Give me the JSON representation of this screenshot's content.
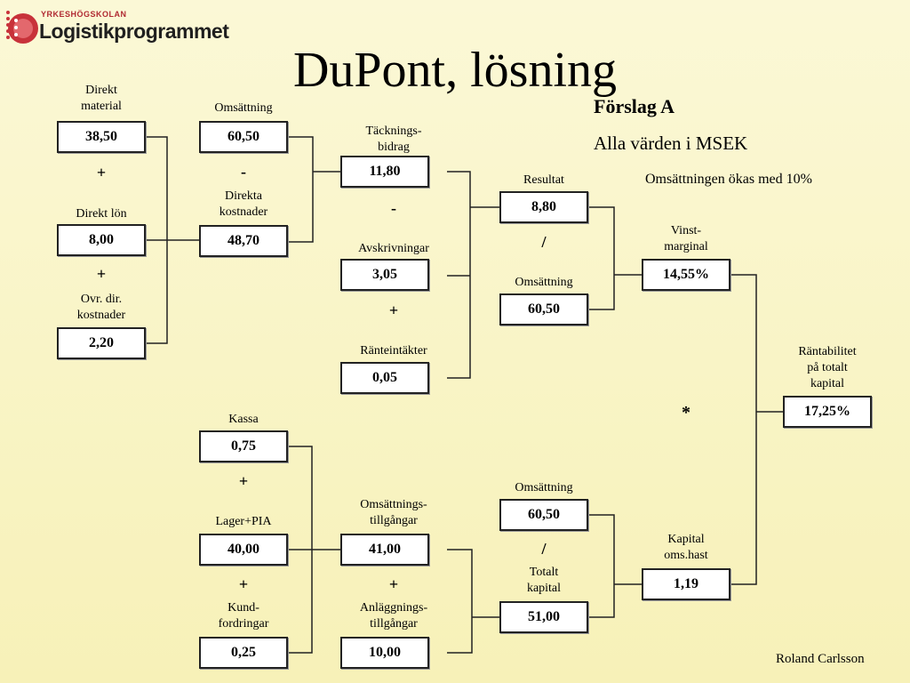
{
  "logo": {
    "small_text": "YRKESHÖGSKOLAN",
    "main_text": "Logistikprogrammet"
  },
  "title": "DuPont, lösning",
  "proposal": {
    "heading": "Förslag A",
    "currency_note": "Alla värden i MSEK",
    "scenario_note": "Omsättningen ökas med 10%"
  },
  "nodes": {
    "direkt_material": {
      "label": "Direkt\nmaterial",
      "value": "38,50"
    },
    "direkt_lon": {
      "label": "Direkt lön",
      "value": "8,00"
    },
    "ovr_dir_kostnader": {
      "label": "Ovr. dir.\nkostnader",
      "value": "2,20"
    },
    "omsattning_1": {
      "label": "Omsättning",
      "value": "60,50"
    },
    "direkta_kostnader": {
      "label": "Direkta\nkostnader",
      "value": "48,70"
    },
    "tackningsbidrag": {
      "label": "Täcknings-\nbidrag",
      "value": "11,80"
    },
    "avskrivningar": {
      "label": "Avskrivningar",
      "value": "3,05"
    },
    "ranteintakter": {
      "label": "Ränteintäkter",
      "value": "0,05"
    },
    "resultat": {
      "label": "Resultat",
      "value": "8,80"
    },
    "omsattning_2": {
      "label": "Omsättning",
      "value": "60,50"
    },
    "vinstmarginal": {
      "label": "Vinst-\nmarginal",
      "value": "14,55%"
    },
    "rantabilitet": {
      "label": "Räntabilitet\npå totalt\nkapital",
      "value": "17,25%"
    },
    "kassa": {
      "label": "Kassa",
      "value": "0,75"
    },
    "lager_pia": {
      "label": "Lager+PIA",
      "value": "40,00"
    },
    "kundfordringar": {
      "label": "Kund-\nfordringar",
      "value": "0,25"
    },
    "omsattningstillgangar": {
      "label": "Omsättnings-\ntillgångar",
      "value": "41,00"
    },
    "anlaggningstillgangar": {
      "label": "Anläggnings-\ntillgångar",
      "value": "10,00"
    },
    "omsattning_3": {
      "label": "Omsättning",
      "value": "60,50"
    },
    "totalt_kapital": {
      "label": "Totalt\nkapital",
      "value": "51,00"
    },
    "kapital_oms_hast": {
      "label": "Kapital\noms.hast",
      "value": "1,19"
    }
  },
  "operators": {
    "plus_1": "+",
    "plus_2": "+",
    "minus_1": "-",
    "minus_2": "-",
    "div_1": "/",
    "plus_3": "+",
    "mult": "*",
    "plus_4": "+",
    "plus_5": "+",
    "plus_6": "+",
    "div_2": "/"
  },
  "author": "Roland Carlsson"
}
